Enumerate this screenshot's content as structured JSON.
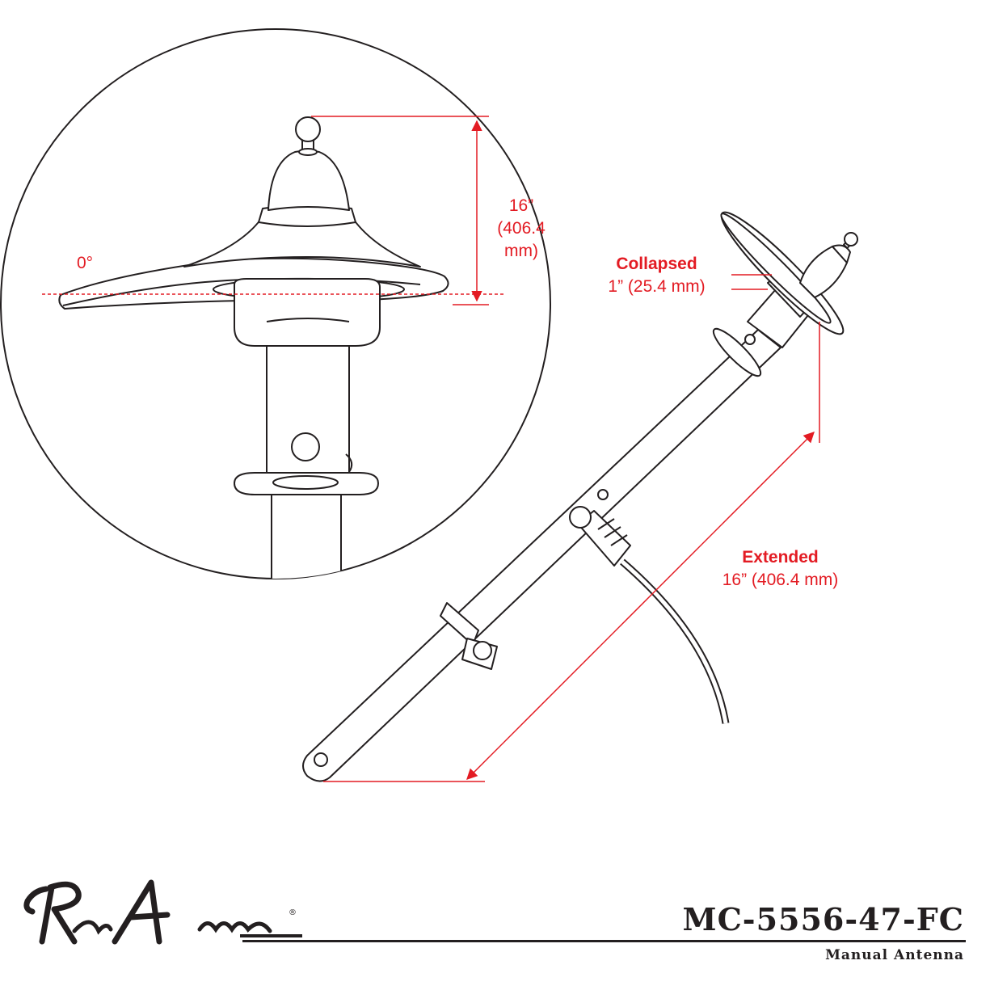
{
  "colors": {
    "line": "#231f20",
    "dimension": "#e31b23",
    "background": "#ffffff"
  },
  "callout": {
    "angle_label": "0°",
    "height_line1": "16”",
    "height_line2": "(406.4",
    "height_line3": "mm)"
  },
  "collapsed": {
    "title": "Collapsed",
    "value": "1” (25.4 mm)"
  },
  "extended": {
    "title": "Extended",
    "value": "16” (406.4 mm)"
  },
  "brand": {
    "logo_text": "RetroAntenna",
    "registered_mark": "®"
  },
  "product": {
    "model": "MC-5556-47-FC",
    "description": "Manual Antenna"
  }
}
